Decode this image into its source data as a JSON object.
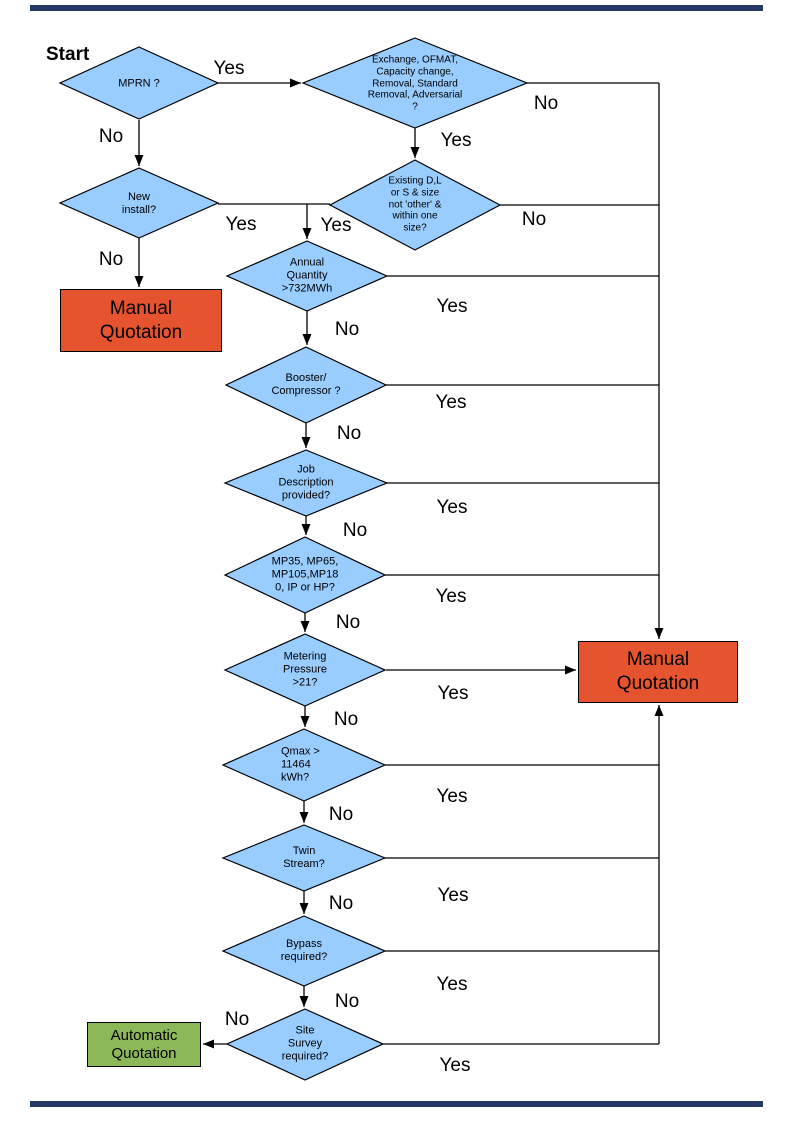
{
  "flowchart": {
    "start_label": "Start",
    "nodes": {
      "mprn": "MPRN ?",
      "exchange": "Exchange, OFMAT, Capacity change, Removal, Standard Removal, Adversarial ?",
      "new_install": "New install?",
      "existing": "Existing D,L or S & size not 'other' & within one size?",
      "annual_quantity": "Annual Quantity >732MWh",
      "booster": "Booster/ Compressor ?",
      "job_description": "Job Description provided?",
      "meter_models": "MP35, MP65, MP105,MP180, IP or HP?",
      "metering_pressure": "Metering Pressure >21?",
      "qmax": "Qmax > 11464 kWh?",
      "twin_stream": "Twin Stream?",
      "bypass": "Bypass required?",
      "site_survey": "Site Survey required?"
    },
    "terminals": {
      "manual_quotation_left": "Manual Quotation",
      "manual_quotation_right": "Manual Quotation",
      "automatic_quotation": "Automatic Quotation"
    },
    "edge_labels": {
      "mprn_yes": "Yes",
      "mprn_no": "No",
      "exchange_yes": "Yes",
      "exchange_no": "No",
      "new_install_yes": "Yes",
      "new_install_no": "No",
      "existing_yes": "Yes",
      "existing_no": "No",
      "annual_yes": "Yes",
      "annual_no": "No",
      "booster_yes": "Yes",
      "booster_no": "No",
      "job_yes": "Yes",
      "job_no": "No",
      "meter_models_yes": "Yes",
      "meter_models_no": "No",
      "metering_yes": "Yes",
      "metering_no": "No",
      "qmax_yes": "Yes",
      "qmax_no": "No",
      "twin_yes": "Yes",
      "twin_no": "No",
      "bypass_yes": "Yes",
      "bypass_no": "No",
      "site_yes": "Yes",
      "site_no": "No"
    },
    "colors": {
      "decision_fill": "#99CCFF",
      "manual_quotation_fill": "#E5542F",
      "automatic_quotation_fill": "#8DB85A",
      "page_rule": "#1F3864",
      "line": "#000000"
    }
  }
}
